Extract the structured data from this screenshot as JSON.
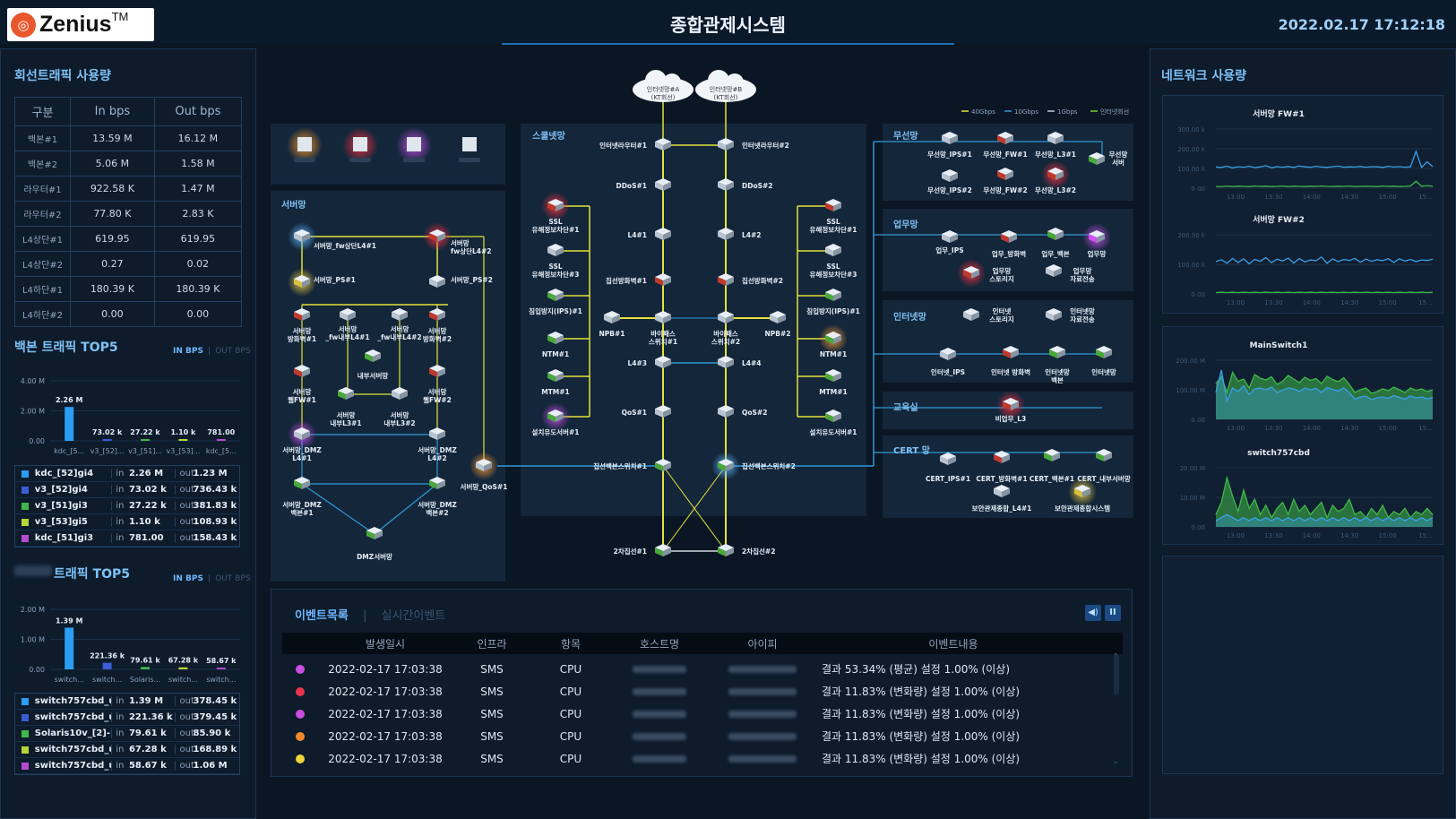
{
  "header": {
    "logo_text": "Zenius",
    "logo_tm": "TM",
    "title": "종합관제시스템",
    "datetime": "2022.02.17 17:12:18"
  },
  "line_traffic": {
    "title": "회선트래픽 사용량",
    "columns": [
      "구분",
      "In bps",
      "Out bps"
    ],
    "rows": [
      [
        "백본#1",
        "13.59 M",
        "16.12 M"
      ],
      [
        "백본#2",
        "5.06 M",
        "1.58 M"
      ],
      [
        "라우터#1",
        "922.58 K",
        "1.47 M"
      ],
      [
        "라우터#2",
        "77.80 K",
        "2.83 K"
      ],
      [
        "L4상단#1",
        "619.95",
        "619.95"
      ],
      [
        "L4상단#2",
        "0.27",
        "0.02"
      ],
      [
        "L4하단#1",
        "180.39 K",
        "180.39 K"
      ],
      [
        "L4하단#2",
        "0.00",
        "0.00"
      ]
    ]
  },
  "backbone_top5": {
    "title": "백본 트래픽 TOP5",
    "tab_in": "IN BPS",
    "tab_sep": "|",
    "tab_out": "OUT BPS",
    "chart_data": {
      "type": "bar",
      "categories": [
        "kdc_[5...",
        "v3_[52]...",
        "v3_[51]...",
        "v3_[53]...",
        "kdc_[5..."
      ],
      "values": [
        2260000,
        73020,
        27220,
        1100,
        781
      ],
      "value_labels": [
        "2.26 M",
        "73.02 k",
        "27.22 k",
        "1.10 k",
        "781.00"
      ],
      "y_ticks": [
        "4.00 M",
        "2.00 M",
        "0.00"
      ],
      "ylim": [
        0,
        4000000
      ],
      "colors": [
        "#2a9df4",
        "#3a5cd6",
        "#3fb84a",
        "#b8d63a",
        "#b54bd1"
      ]
    },
    "legend": [
      {
        "color": "#2a9df4",
        "name": "kdc_[52]gi4",
        "in": "2.26 M",
        "out": "1.23 M"
      },
      {
        "color": "#3a5cd6",
        "name": "v3_[52]gi4",
        "in": "73.02 k",
        "out": "736.43 k"
      },
      {
        "color": "#3fb84a",
        "name": "v3_[51]gi3",
        "in": "27.22 k",
        "out": "381.83 k"
      },
      {
        "color": "#b8d63a",
        "name": "v3_[53]gi5",
        "in": "1.10 k",
        "out": "108.93 k"
      },
      {
        "color": "#b54bd1",
        "name": "kdc_[51]gi3",
        "in": "781.00",
        "out": "158.43 k"
      }
    ],
    "in_label": "in",
    "out_label": "out"
  },
  "server_top5": {
    "title": "트래픽 TOP5",
    "tab_in": "IN BPS",
    "tab_sep": "|",
    "tab_out": "OUT BPS",
    "chart_data": {
      "type": "bar",
      "categories": [
        "switch...",
        "switch...",
        "Solaris...",
        "switch...",
        "switch..."
      ],
      "values": [
        1390000,
        221360,
        79610,
        67280,
        58670
      ],
      "value_labels": [
        "1.39 M",
        "221.36 k",
        "79.61 k",
        "67.28 k",
        "58.67 k"
      ],
      "y_ticks": [
        "2.00 M",
        "1.00 M",
        "0.00"
      ],
      "ylim": [
        0,
        2000000
      ],
      "colors": [
        "#2a9df4",
        "#3a5cd6",
        "#3fb84a",
        "#b8d63a",
        "#b54bd1"
      ]
    },
    "legend": [
      {
        "color": "#2a9df4",
        "name": "switch757cbd_u...",
        "in": "1.39 M",
        "out": "378.45 k"
      },
      {
        "color": "#3a5cd6",
        "name": "switch757cbd_u...",
        "in": "221.36 k",
        "out": "379.45 k"
      },
      {
        "color": "#3fb84a",
        "name": "Solaris10v_[2]-",
        "in": "79.61 k",
        "out": "85.90 k"
      },
      {
        "color": "#b8d63a",
        "name": "switch757cbd_u...",
        "in": "67.28 k",
        "out": "168.89 k"
      },
      {
        "color": "#b54bd1",
        "name": "switch757cbd_u...",
        "in": "58.67 k",
        "out": "1.06 M"
      }
    ]
  },
  "network_map": {
    "clouds": [
      "인터넷망#A\n(KT회선)",
      "인터넷망#B\n(KT회선)"
    ],
    "link_legend": [
      "40Gbps",
      "10Gbps",
      "1Gbps",
      "인터넷회선"
    ],
    "sections": {
      "school": "스쿨넷망",
      "server": "서버망",
      "wireless": "무선망",
      "business": "업무망",
      "internet": "인터넷망",
      "education": "교육실",
      "cert": "CERT 망"
    },
    "core_nodes": [
      {
        "id": "r1",
        "label": "인터넷라우터#1"
      },
      {
        "id": "r2",
        "label": "인터넷라우터#2"
      },
      {
        "id": "d1",
        "label": "DDoS#1"
      },
      {
        "id": "d2",
        "label": "DDoS#2"
      },
      {
        "id": "l41",
        "label": "L4#1"
      },
      {
        "id": "l42",
        "label": "L4#2"
      },
      {
        "id": "fw1",
        "label": "집선방화벽#1"
      },
      {
        "id": "fw2",
        "label": "집선방화벽#2"
      },
      {
        "id": "npb1",
        "label": "NPB#1"
      },
      {
        "id": "npb2",
        "label": "NPB#2"
      },
      {
        "id": "bp1",
        "label": "바이패스\n스위치#1"
      },
      {
        "id": "bp2",
        "label": "바이패스\n스위치#2"
      },
      {
        "id": "l43",
        "label": "L4#3"
      },
      {
        "id": "l44",
        "label": "L4#4"
      },
      {
        "id": "qos1",
        "label": "QoS#1"
      },
      {
        "id": "qos2",
        "label": "QoS#2"
      },
      {
        "id": "cb1",
        "label": "집선백본스위치#1"
      },
      {
        "id": "cb2",
        "label": "집선백본스위치#2"
      },
      {
        "id": "a1",
        "label": "2차집선#1"
      },
      {
        "id": "a2",
        "label": "2차집선#2"
      }
    ],
    "left_nodes": [
      "SSL\n유해정보차단#1",
      "SSL\n유해정보차단#3",
      "침입방지(IPS)#1",
      "NTM#1",
      "MTM#1",
      "설치유도서버#1"
    ],
    "right_nodes": [
      "SSL\n유해정보차단#1",
      "SSL\n유해정보차단#3",
      "침입방지(IPS)#1",
      "NTM#1",
      "MTM#1",
      "설치유도서버#1"
    ],
    "server_nodes": [
      "서버망_fw상단L4#1",
      "서버망\nfw상단L4#2",
      "서버망_PS#1",
      "서버망_PS#2",
      "서버망\n방화벽#1",
      "서버망\n_fw내부L4#1",
      "서버망\n_fw내부L4#2",
      "서버망\n방화벽#2",
      "내부서버망",
      "서버망\n웹FW#1",
      "서버망\n웹FW#2",
      "서버망\n내부L3#1",
      "서버망\n내부L3#2",
      "서버망_DMZ\nL4#1",
      "서버망_DMZ\nL4#2",
      "서버망_DMZ\n백본#1",
      "서버망_DMZ\n백본#2",
      "서버망_QoS#1",
      "DMZ서버망"
    ],
    "wireless_nodes": [
      "무선망_IPS#1",
      "무선망_FW#1",
      "무선망_L3#1",
      "무선망\n서버",
      "무선망_IPS#2",
      "무선망_FW#2",
      "무선망_L3#2"
    ],
    "business_nodes": [
      "업무_IPS",
      "업무_방화벽",
      "업무_백본",
      "업무망",
      "업무망\n스토리지",
      "업무망\n자료전송"
    ],
    "internet_nodes": [
      "인터넷\n스토리지",
      "인터넷망\n자료전송",
      "인터넷_IPS",
      "인터넷 방화벽",
      "인터넷망\n백본",
      "인터넷망"
    ],
    "education_nodes": [
      "비업무_L3"
    ],
    "cert_nodes": [
      "CERT_IPS#1",
      "CERT_방화벽#1",
      "CERT_백본#1",
      "CERT_내부서버망",
      "보안관제종합_L4#1",
      "보안관제종합시스템"
    ]
  },
  "events": {
    "tab_list": "이벤트목록",
    "tab_sep": "|",
    "tab_realtime": "실시간이벤트",
    "columns": [
      "발생일시",
      "인프라",
      "항목",
      "호스트명",
      "아이피",
      "이벤트내용"
    ],
    "rows": [
      {
        "color": "#c94de0",
        "time": "2022-02-17 17:03:38",
        "infra": "SMS",
        "item": "CPU",
        "msg": "결과 53.34% (평균) 설정 1.00% (이상)"
      },
      {
        "color": "#e8344a",
        "time": "2022-02-17 17:03:38",
        "infra": "SMS",
        "item": "CPU",
        "msg": "결과 11.83% (변화량) 설정 1.00% (이상)"
      },
      {
        "color": "#c94de0",
        "time": "2022-02-17 17:03:38",
        "infra": "SMS",
        "item": "CPU",
        "msg": "결과 11.83% (변화량) 설정 1.00% (이상)"
      },
      {
        "color": "#f08a2c",
        "time": "2022-02-17 17:03:38",
        "infra": "SMS",
        "item": "CPU",
        "msg": "결과 11.83% (변화량) 설정 1.00% (이상)"
      },
      {
        "color": "#f2d23a",
        "time": "2022-02-17 17:03:38",
        "infra": "SMS",
        "item": "CPU",
        "msg": "결과 11.83% (변화량) 설정 1.00% (이상)"
      }
    ]
  },
  "network_usage": {
    "title": "네트워크 사용량",
    "charts": [
      {
        "chart_data": {
          "type": "line",
          "title": "서버망 FW#1",
          "y_ticks": [
            "300.00 k",
            "200.00 k",
            "100.00 k",
            "0.00"
          ],
          "x_ticks": [
            "13:00",
            "13:30",
            "14:00",
            "14:30",
            "15:00",
            "15..."
          ],
          "series": [
            {
              "color": "#3aa0e8",
              "values": [
                120,
                118,
                125,
                115,
                122,
                119,
                124,
                117,
                121,
                128,
                116,
                122,
                119,
                123,
                118,
                126,
                121,
                119,
                124,
                120,
                118,
                122,
                125,
                119,
                121,
                120,
                123,
                119,
                122,
                121,
                118,
                124,
                120,
                122,
                119,
                121,
                210,
                118,
                150,
                122
              ]
            },
            {
              "color": "#3fb84a",
              "values": [
                10,
                8,
                12,
                9,
                11,
                10,
                9,
                12,
                10,
                11,
                9,
                10,
                12,
                9,
                11,
                10,
                9,
                11,
                10,
                12,
                10,
                9,
                11,
                10,
                12,
                9,
                10,
                11,
                10,
                9,
                12,
                10,
                11,
                9,
                10,
                12,
                40,
                10,
                15,
                11
              ]
            }
          ]
        }
      },
      {
        "chart_data": {
          "type": "line",
          "title": "서버망 FW#2",
          "y_ticks": [
            "200.00 k",
            "100.00 k",
            "0.00"
          ],
          "x_ticks": [
            "13:00",
            "13:30",
            "14:00",
            "14:30",
            "15:00",
            "15..."
          ],
          "series": [
            {
              "color": "#3aa0e8",
              "values": [
                118,
                125,
                112,
                130,
                115,
                128,
                110,
                126,
                119,
                133,
                114,
                127,
                120,
                131,
                113,
                129,
                117,
                124,
                121,
                135,
                112,
                128,
                118,
                126,
                122,
                130,
                116,
                127,
                119,
                125,
                121,
                129,
                115,
                128,
                120,
                126,
                118,
                124,
                122,
                127
              ]
            },
            {
              "color": "#3fb84a",
              "values": [
                5,
                6,
                5,
                6,
                5,
                6,
                5,
                6,
                5,
                6,
                5,
                6,
                5,
                6,
                5,
                6,
                5,
                6,
                5,
                6,
                5,
                6,
                5,
                6,
                5,
                6,
                5,
                6,
                5,
                6,
                5,
                6,
                5,
                6,
                5,
                6,
                5,
                6,
                5,
                6
              ]
            }
          ]
        }
      },
      {
        "chart_data": {
          "type": "area",
          "title": "MainSwitch1",
          "y_ticks": [
            "200.00 M",
            "100.00 M",
            "0.00"
          ],
          "x_ticks": [
            "13:00",
            "13:30",
            "14:00",
            "14:30",
            "15:00",
            "15..."
          ],
          "series": [
            {
              "color": "#3fb84a",
              "values": [
                80,
                95,
                60,
                105,
                85,
                90,
                70,
                100,
                92,
                88,
                95,
                78,
                85,
                98,
                90,
                82,
                94,
                87,
                91,
                80,
                96,
                89,
                84,
                93,
                78,
                60,
                66,
                70,
                58,
                62,
                68,
                64,
                72,
                66,
                60,
                70,
                65,
                68,
                62,
                66
              ]
            },
            {
              "color": "#3aa0e8",
              "values": [
                60,
                110,
                40,
                70,
                62,
                75,
                55,
                68,
                70,
                66,
                72,
                60,
                65,
                70,
                68,
                62,
                70,
                66,
                69,
                60,
                71,
                67,
                63,
                70,
                60,
                45,
                50,
                52,
                44,
                48,
                50,
                47,
                53,
                49,
                45,
                52,
                48,
                50,
                46,
                49
              ]
            }
          ]
        }
      },
      {
        "chart_data": {
          "type": "area",
          "title": "switch757cbd",
          "y_ticks": [
            "20.00 M",
            "10.00 M",
            "0.00"
          ],
          "x_ticks": [
            "13:00",
            "13:30",
            "14:00",
            "14:30",
            "15:00",
            "15..."
          ],
          "series": [
            {
              "color": "#3fb84a",
              "values": [
                4,
                8,
                16,
                10,
                5,
                12,
                6,
                9,
                4,
                7,
                3,
                6,
                8,
                4,
                9,
                5,
                7,
                4,
                6,
                8,
                3,
                7,
                5,
                6,
                9,
                4,
                5,
                3,
                6,
                4,
                7,
                3,
                5,
                4,
                6,
                3,
                5,
                4,
                6,
                4
              ]
            },
            {
              "color": "#3aa0e8",
              "values": [
                2,
                3,
                4,
                3,
                2,
                3,
                2,
                3,
                2,
                3,
                2,
                3,
                2,
                3,
                2,
                3,
                2,
                3,
                2,
                3,
                2,
                3,
                2,
                3,
                2,
                3,
                2,
                3,
                2,
                3,
                2,
                3,
                2,
                3,
                2,
                3,
                2,
                3,
                2,
                3
              ]
            }
          ]
        }
      }
    ]
  }
}
